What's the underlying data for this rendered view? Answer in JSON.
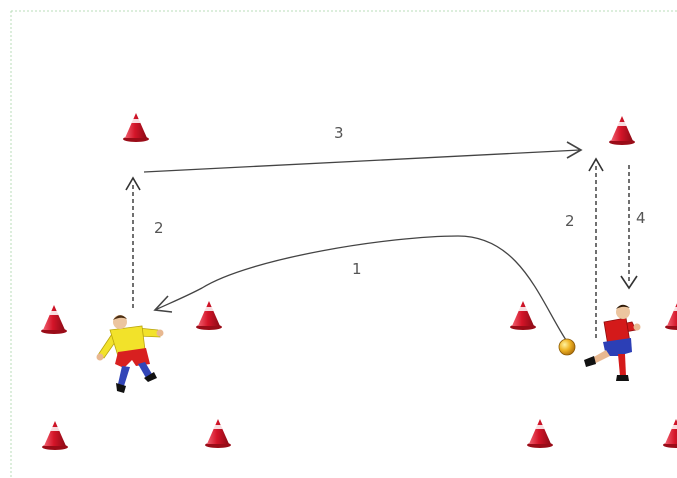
{
  "diagram": {
    "labels": {
      "step1": "1",
      "step2_left": "2",
      "step2_right": "2",
      "step3": "3",
      "step4": "4"
    },
    "colors": {
      "field_border": "#b9ddb9",
      "cone": "#cc1122",
      "goalkeeper_shirt": "#f2e22a",
      "goalkeeper_shorts": "#d82020",
      "player_shirt": "#d41a1a",
      "player_shorts": "#2c3fb6",
      "socks": "#3346b8",
      "ball": "#e6a817",
      "line": "#333333"
    }
  }
}
